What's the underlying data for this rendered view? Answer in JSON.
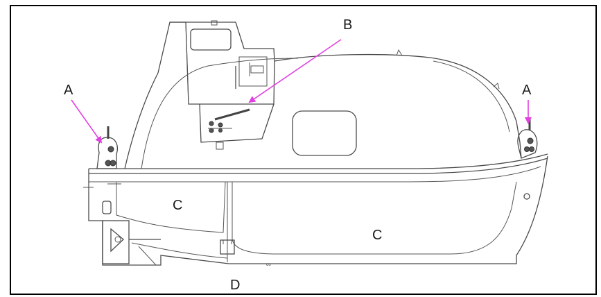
{
  "labels": {
    "a_left": "A",
    "a_right": "A",
    "b": "B",
    "c_left": "C",
    "c_right": "C",
    "d": "D"
  },
  "colors": {
    "arrow": "#e040e0",
    "line": "#4a4a4a"
  }
}
